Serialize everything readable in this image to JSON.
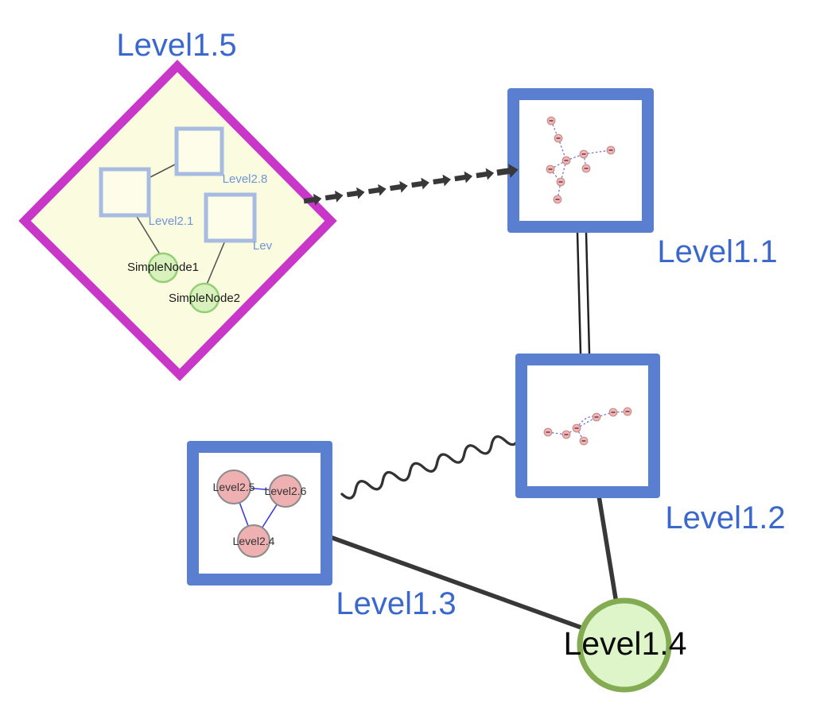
{
  "diagram": {
    "type": "nested-graph",
    "colors": {
      "label_blue": "#3a68cc",
      "group_border_magenta": "#c837c8",
      "group_fill_yellow": "#fbfbdf",
      "box_border_blue": "#5b7fd0",
      "leaf_fill_green": "#def5c9",
      "leaf_border_green": "#82ab52",
      "subnode_fill_pink": "#f0b6b6",
      "edge_dark": "#3a3a3a",
      "subedge_blue": "#5c5cd6"
    },
    "groups": {
      "level15": {
        "label": "Level1.5",
        "shape": "diamond",
        "children": {
          "level28": {
            "label": "Level2.8",
            "shape": "square"
          },
          "level21": {
            "label": "Level2.1",
            "shape": "square"
          },
          "lev": {
            "label": "Lev",
            "shape": "square"
          },
          "simple1": {
            "label": "SimpleNode1",
            "shape": "circle"
          },
          "simple2": {
            "label": "SimpleNode2",
            "shape": "circle"
          }
        }
      },
      "level11": {
        "label": "Level1.1",
        "shape": "square",
        "subnodes": 9
      },
      "level12": {
        "label": "Level1.2",
        "shape": "square",
        "subnodes": 7
      },
      "level13": {
        "label": "Level1.3",
        "shape": "square",
        "children": {
          "level25": {
            "label": "Level2.5"
          },
          "level26": {
            "label": "Level2.6"
          },
          "level24": {
            "label": "Level2.4"
          }
        }
      },
      "level14": {
        "label": "Level1.4",
        "shape": "circle"
      }
    },
    "edges": [
      {
        "from": "Level1.5",
        "to": "Level1.1",
        "style": "dashed-arrow"
      },
      {
        "from": "Level1.1",
        "to": "Level1.2",
        "style": "double-line"
      },
      {
        "from": "Level1.3",
        "to": "Level1.2",
        "style": "wavy"
      },
      {
        "from": "Level1.3",
        "to": "Level1.4",
        "style": "solid"
      },
      {
        "from": "Level1.2",
        "to": "Level1.4",
        "style": "solid"
      }
    ]
  }
}
